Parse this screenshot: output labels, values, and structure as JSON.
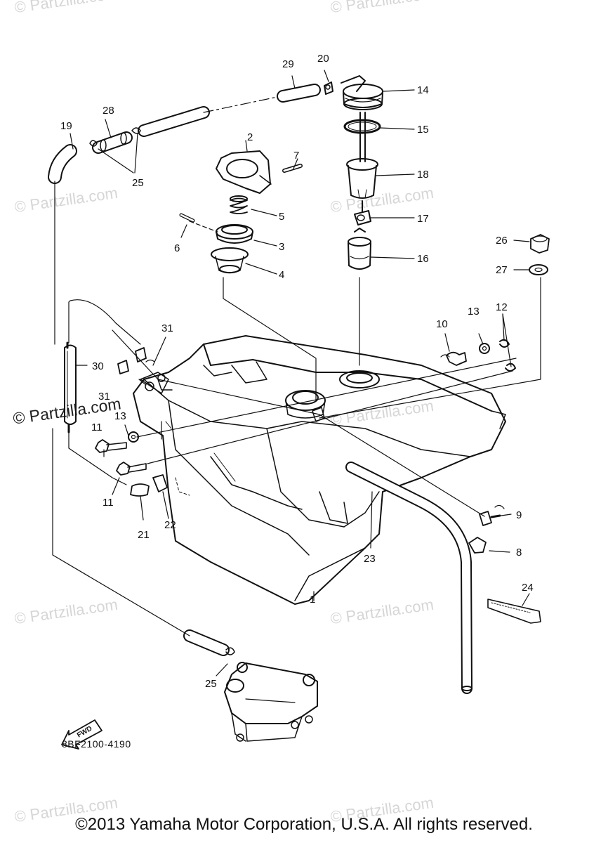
{
  "watermark": "© Partzilla.com",
  "drawing_code": "8BF2100-4190",
  "copyright": "©2013  Yamaha Motor Corporation, U.S.A. All rights reserved.",
  "fwd_label": "FWD",
  "callouts": [
    "1",
    "2",
    "3",
    "4",
    "5",
    "6",
    "7",
    "8",
    "9",
    "10",
    "11",
    "11",
    "12",
    "13",
    "13",
    "14",
    "15",
    "16",
    "17",
    "18",
    "19",
    "20",
    "21",
    "22",
    "23",
    "24",
    "25",
    "25",
    "26",
    "27",
    "28",
    "29",
    "30",
    "31",
    "31"
  ]
}
